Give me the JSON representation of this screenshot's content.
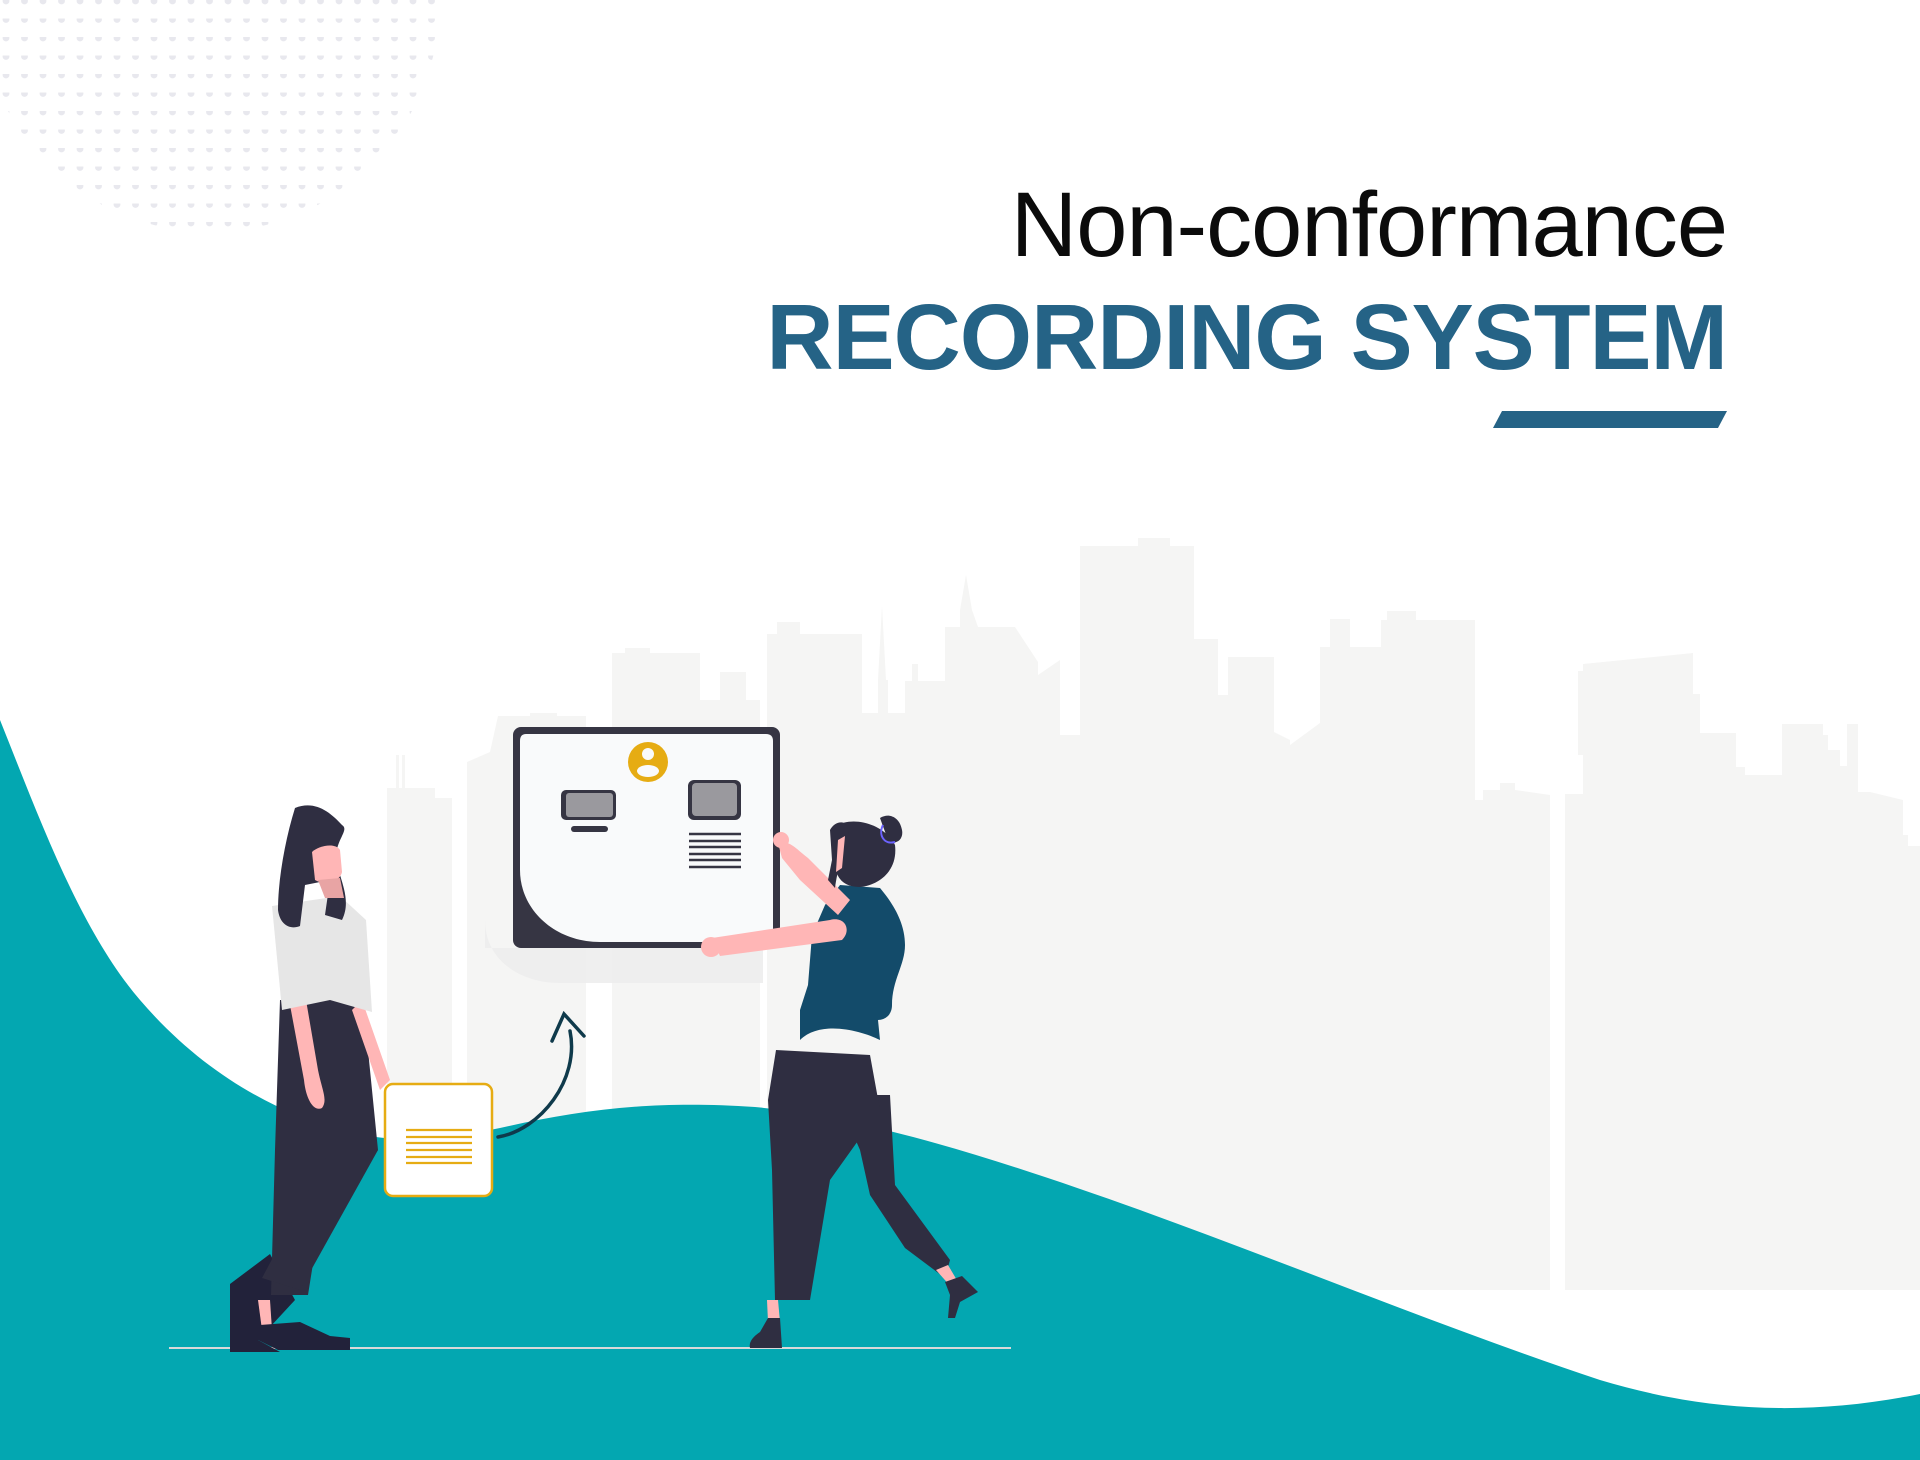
{
  "title": {
    "line1": "Non-conformance",
    "line2": "RECORDING SYSTEM"
  },
  "colors": {
    "accent_blue": "#256386",
    "teal": "#03a7b1",
    "title_black": "#0b0b0b",
    "skyline": "#f5f5f4",
    "dot_pattern": "#e8e8ee",
    "gold": "#e6ac13",
    "dark_outline": "#363543",
    "figure_dark": "#2f2e41",
    "skin": "#ffb6b6",
    "shirt_light": "#e6e6e6",
    "shirt_blue": "#134b6a",
    "arrow": "#0f3a4b",
    "ground_line": "#d9d9d9"
  },
  "illustration": {
    "board_icon": "whiteboard-icon",
    "avatar_icon": "user-avatar-icon",
    "document_icon": "document-icon",
    "arrow_icon": "curved-arrow-up-icon",
    "left_person": "woman-holding-document",
    "right_person": "woman-holding-board",
    "background": "city-skyline"
  }
}
